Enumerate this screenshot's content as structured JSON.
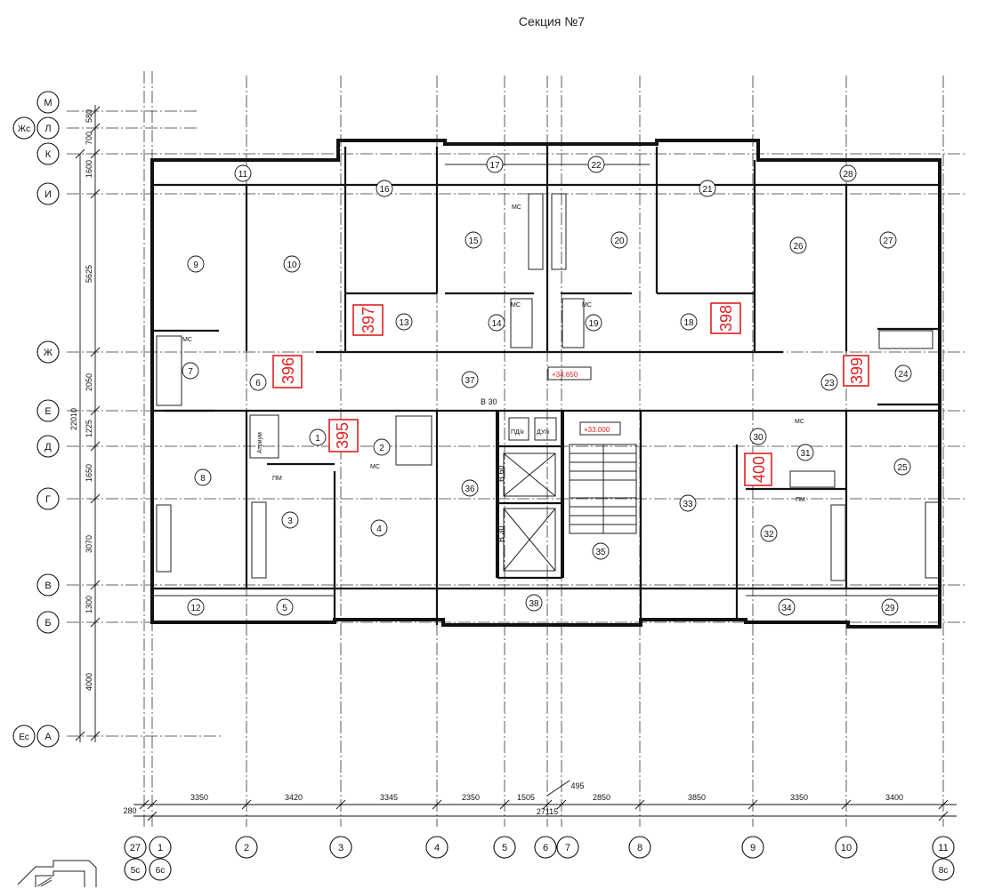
{
  "title": "Секция №7",
  "axes_vertical": [
    {
      "id": "ax-27",
      "top": "27",
      "bottom": "5с"
    },
    {
      "id": "ax-1",
      "top": "1",
      "bottom": "6с"
    },
    {
      "id": "ax-2",
      "top": "2",
      "bottom": ""
    },
    {
      "id": "ax-3",
      "top": "3",
      "bottom": ""
    },
    {
      "id": "ax-4",
      "top": "4",
      "bottom": ""
    },
    {
      "id": "ax-5",
      "top": "5",
      "bottom": ""
    },
    {
      "id": "ax-6",
      "top": "6",
      "bottom": ""
    },
    {
      "id": "ax-7",
      "top": "7",
      "bottom": ""
    },
    {
      "id": "ax-8",
      "top": "8",
      "bottom": ""
    },
    {
      "id": "ax-9",
      "top": "9",
      "bottom": ""
    },
    {
      "id": "ax-10",
      "top": "10",
      "bottom": ""
    },
    {
      "id": "ax-11",
      "top": "11",
      "bottom": "8с"
    }
  ],
  "axes_horizontal": [
    {
      "label": "М",
      "extra": ""
    },
    {
      "label": "Л",
      "extra": "Жс"
    },
    {
      "label": "К",
      "extra": ""
    },
    {
      "label": "И",
      "extra": ""
    },
    {
      "label": "Ж",
      "extra": ""
    },
    {
      "label": "Е",
      "extra": ""
    },
    {
      "label": "Д",
      "extra": ""
    },
    {
      "label": "Г",
      "extra": ""
    },
    {
      "label": "В",
      "extra": ""
    },
    {
      "label": "Б",
      "extra": ""
    },
    {
      "label": "А",
      "extra": "Ес"
    }
  ],
  "dims_bottom": [
    "280",
    "3350",
    "3420",
    "3345",
    "2350",
    "1505",
    "495",
    "2850",
    "3850",
    "3350",
    "3400",
    "27115"
  ],
  "dims_left": [
    "580",
    "700",
    "1600",
    "5625",
    "2050",
    "1225",
    "22010",
    "1650",
    "3070",
    "1300",
    "4000"
  ],
  "rooms": [
    "1",
    "2",
    "3",
    "4",
    "5",
    "6",
    "7",
    "8",
    "9",
    "10",
    "11",
    "12",
    "13",
    "14",
    "15",
    "16",
    "17",
    "18",
    "19",
    "20",
    "21",
    "22",
    "23",
    "24",
    "25",
    "26",
    "27",
    "28",
    "29",
    "30",
    "31",
    "32",
    "33",
    "34",
    "35",
    "36",
    "37",
    "38"
  ],
  "apartments": [
    "395",
    "396",
    "397",
    "398",
    "399",
    "400"
  ],
  "labels": {
    "elev_a": "+34.650",
    "elev_b": "+33.000",
    "lift1": "В 30",
    "lift2": "В 60",
    "lift3": "В 30",
    "pd": "ПД/к",
    "du": "ДУ/к",
    "aperture": "Атриум",
    "mc": "МС",
    "pm": "ПМ"
  }
}
